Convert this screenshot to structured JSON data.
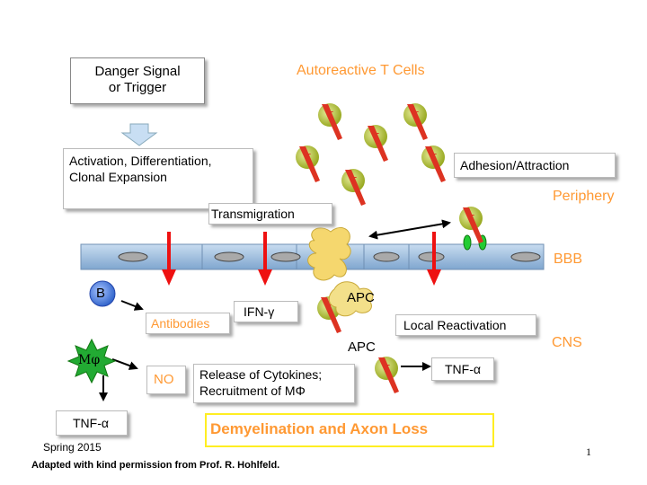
{
  "labels": {
    "danger_signal": "Danger Signal\nor Trigger",
    "autoreactive": "Autoreactive T Cells",
    "activation": "Activation, Differentiation,\nClonal Expansion",
    "adhesion": "Adhesion/Attraction",
    "periphery": "Periphery",
    "transmigration": "Transmigration",
    "bbb": "BBB",
    "b_cell": "B",
    "antibodies": "Antibodies",
    "ifn": "IFN-γ",
    "apc_top": "APC",
    "local_reactivation": "Local Reactivation",
    "apc_mid": "APC",
    "cns": "CNS",
    "macrophage": "Mφ",
    "no": "NO",
    "release": "Release of Cytokines;\nRecruitment of MΦ",
    "tnf_right": "TNF-α",
    "tnf_left": "TNF-α",
    "demyelination": "Demyelination and Axon Loss",
    "t_cell_letter": "T",
    "spring": "Spring 2015",
    "adapted": "Adapted with kind permission from Prof. R. Hohlfeld.",
    "page_number": "1"
  },
  "colors": {
    "orange_text": "#ff9933",
    "cell_green": "#99aa22",
    "cell_red": "#dd3322",
    "red_arrow": "#ee1111",
    "membrane_blue": "#8fb3d9",
    "apc_yellow": "#f5d76e",
    "macrophage_green": "#22aa33",
    "b_blue": "#4477dd",
    "highlight_yellow": "#ffee22"
  }
}
